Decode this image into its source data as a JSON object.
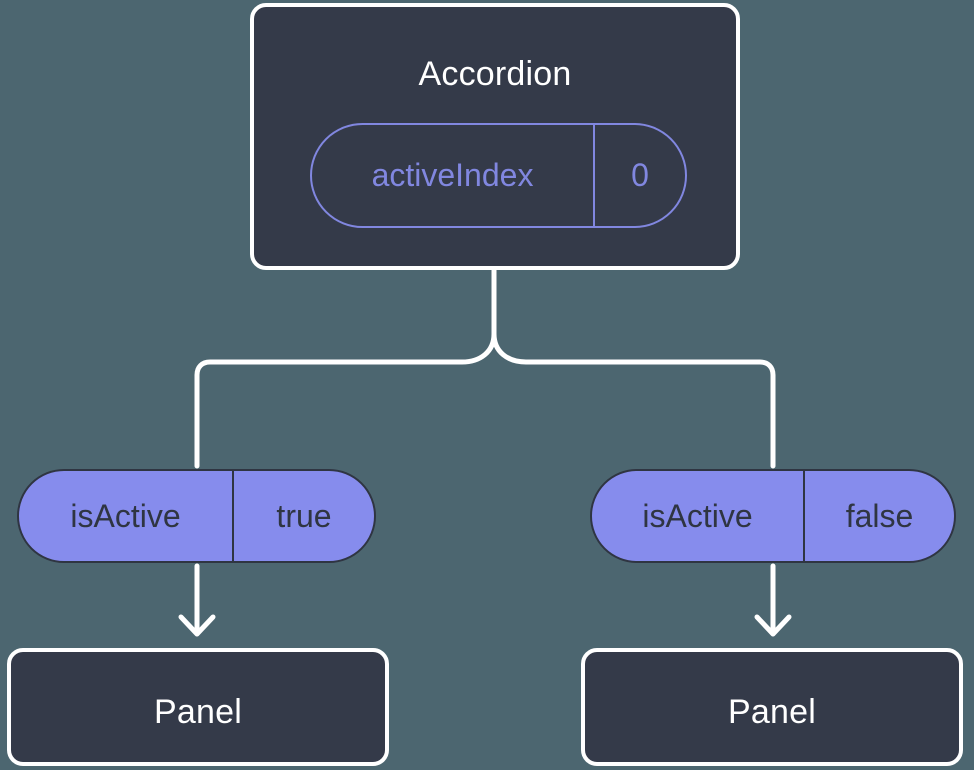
{
  "diagram": {
    "type": "component-tree",
    "background_color": "#4c6670",
    "node_fill": "#343a49",
    "node_border": "#ffffff",
    "accent_purple": "#868ced",
    "accent_purple_outline": "#8187e0",
    "connector_color": "#ffffff"
  },
  "root": {
    "title": "Accordion",
    "state": {
      "key": "activeIndex",
      "value": "0"
    }
  },
  "children": [
    {
      "prop": {
        "key": "isActive",
        "value": "true"
      },
      "component": {
        "title": "Panel"
      }
    },
    {
      "prop": {
        "key": "isActive",
        "value": "false"
      },
      "component": {
        "title": "Panel"
      }
    }
  ]
}
